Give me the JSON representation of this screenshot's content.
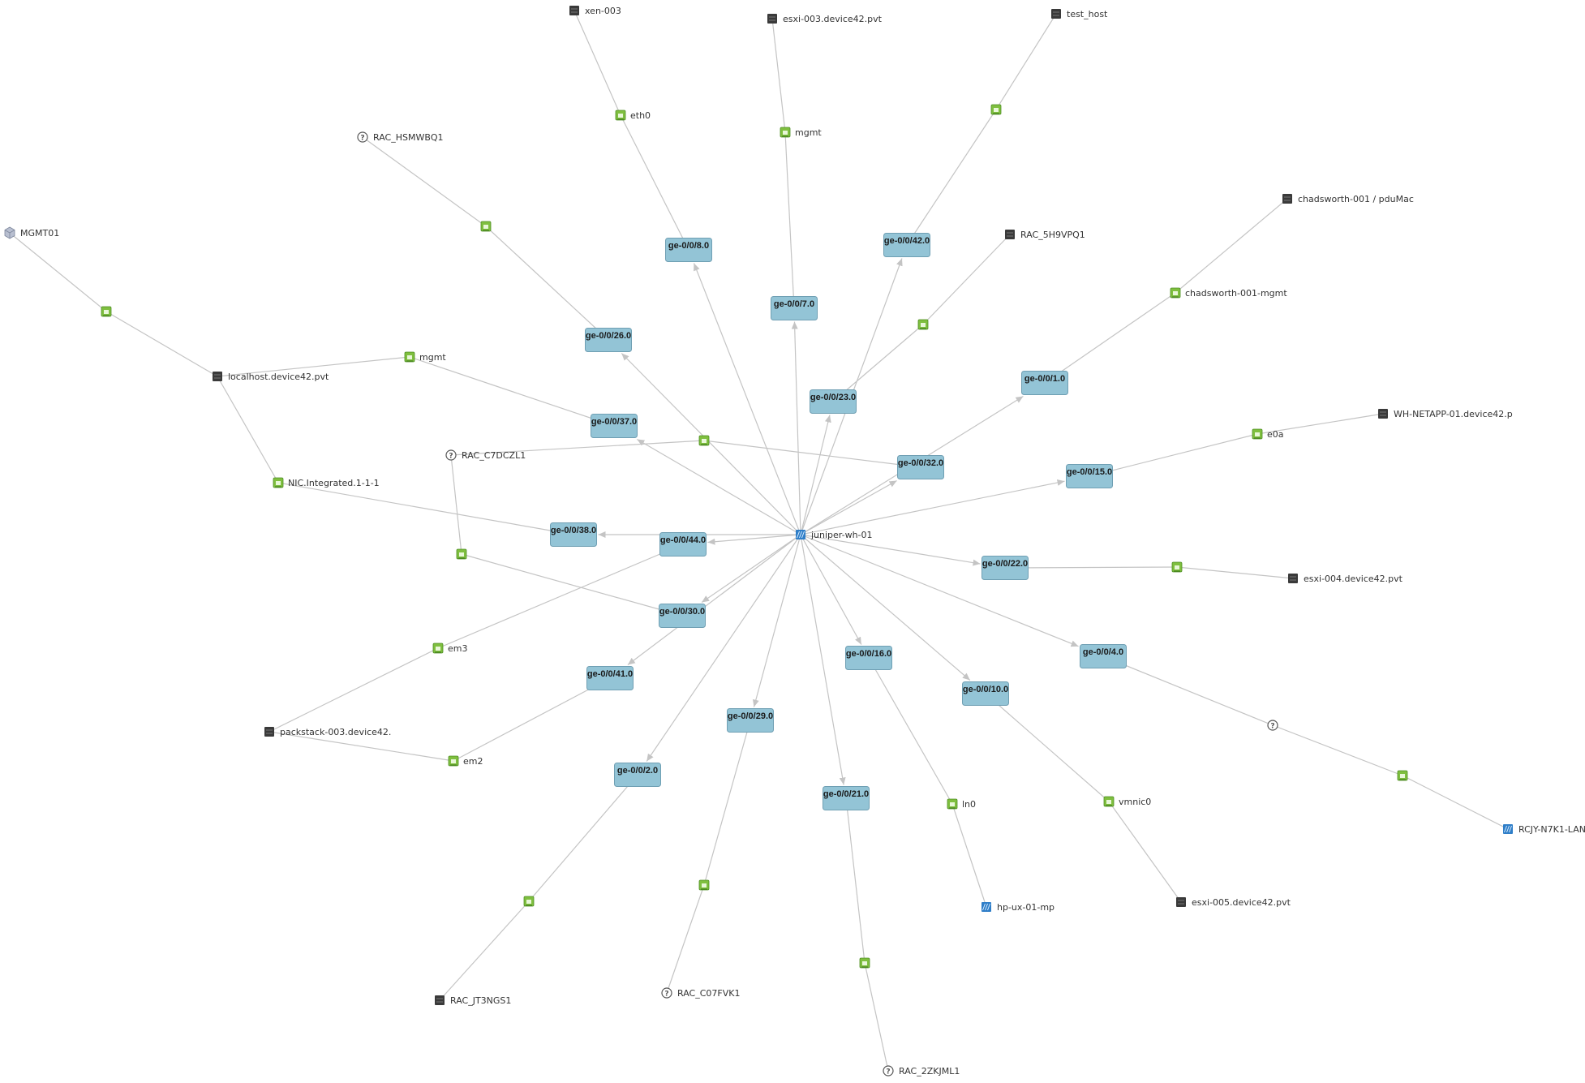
{
  "colors": {
    "edge": "#c4c4c4",
    "port_fill": "#93c4d6",
    "port_stroke": "#6f9fb3",
    "device_icon": "#3a3a3a",
    "switch_icon": "#2f7ec8",
    "nic_icon": "#7fbf3f",
    "unknown_icon": "#555555"
  },
  "center": {
    "id": "center",
    "label": "juniper-wh-01",
    "icon": "switch-icon"
  },
  "ports": [
    {
      "id": "p8",
      "label": "ge-0/0/8.0"
    },
    {
      "id": "p7",
      "label": "ge-0/0/7.0"
    },
    {
      "id": "p42",
      "label": "ge-0/0/42.0"
    },
    {
      "id": "p26",
      "label": "ge-0/0/26.0"
    },
    {
      "id": "p23",
      "label": "ge-0/0/23.0"
    },
    {
      "id": "p1",
      "label": "ge-0/0/1.0"
    },
    {
      "id": "p37",
      "label": "ge-0/0/37.0"
    },
    {
      "id": "p32",
      "label": "ge-0/0/32.0"
    },
    {
      "id": "p15",
      "label": "ge-0/0/15.0"
    },
    {
      "id": "p38",
      "label": "ge-0/0/38.0"
    },
    {
      "id": "p44",
      "label": "ge-0/0/44.0"
    },
    {
      "id": "p22",
      "label": "ge-0/0/22.0"
    },
    {
      "id": "p30",
      "label": "ge-0/0/30.0"
    },
    {
      "id": "p16",
      "label": "ge-0/0/16.0"
    },
    {
      "id": "p4",
      "label": "ge-0/0/4.0"
    },
    {
      "id": "p41",
      "label": "ge-0/0/41.0"
    },
    {
      "id": "p10",
      "label": "ge-0/0/10.0"
    },
    {
      "id": "p29",
      "label": "ge-0/0/29.0"
    },
    {
      "id": "p2",
      "label": "ge-0/0/2.0"
    },
    {
      "id": "p21",
      "label": "ge-0/0/21.0"
    }
  ],
  "nics": [
    {
      "id": "n_eth0",
      "label": "eth0"
    },
    {
      "id": "n_mgmt1",
      "label": "mgmt"
    },
    {
      "id": "n_th",
      "label": ""
    },
    {
      "id": "n_hsm",
      "label": ""
    },
    {
      "id": "n_mg01",
      "label": ""
    },
    {
      "id": "n_chmg",
      "label": "chadsworth-001-mgmt"
    },
    {
      "id": "n_rac5",
      "label": ""
    },
    {
      "id": "n_mgmt2",
      "label": "mgmt"
    },
    {
      "id": "n_e0a",
      "label": "e0a"
    },
    {
      "id": "n_c7",
      "label": ""
    },
    {
      "id": "n_nic",
      "label": "NIC.Integrated.1-1-1"
    },
    {
      "id": "n_c7b",
      "label": ""
    },
    {
      "id": "n_e4",
      "label": ""
    },
    {
      "id": "n_em3",
      "label": "em3"
    },
    {
      "id": "n_em2",
      "label": "em2"
    },
    {
      "id": "n_ln0",
      "label": "ln0"
    },
    {
      "id": "n_vm0",
      "label": "vmnic0"
    },
    {
      "id": "n_rcjy",
      "label": ""
    },
    {
      "id": "n_jt3",
      "label": ""
    },
    {
      "id": "n_c07",
      "label": ""
    },
    {
      "id": "n_2zk",
      "label": ""
    }
  ],
  "devices": [
    {
      "id": "d_xen",
      "label": "xen-003",
      "icon": "server-icon"
    },
    {
      "id": "d_esxi3",
      "label": "esxi-003.device42.pvt",
      "icon": "server-icon"
    },
    {
      "id": "d_test",
      "label": "test_host",
      "icon": "server-icon"
    },
    {
      "id": "d_hsm",
      "label": "RAC_HSMWBQ1",
      "icon": "unknown-device-icon"
    },
    {
      "id": "d_chad",
      "label": "chadsworth-001 / pduMac",
      "icon": "server-icon"
    },
    {
      "id": "d_mgmt01",
      "label": "MGMT01",
      "icon": "virtual-host-icon"
    },
    {
      "id": "d_rac5",
      "label": "RAC_5H9VPQ1",
      "icon": "server-icon"
    },
    {
      "id": "d_local",
      "label": "localhost.device42.pvt",
      "icon": "server-icon"
    },
    {
      "id": "d_wh",
      "label": "WH-NETAPP-01.device42.p",
      "icon": "server-icon"
    },
    {
      "id": "d_c7",
      "label": "RAC_C7DCZL1",
      "icon": "unknown-device-icon"
    },
    {
      "id": "d_esxi4",
      "label": "esxi-004.device42.pvt",
      "icon": "server-icon"
    },
    {
      "id": "d_q",
      "label": "",
      "icon": "unknown-device-icon"
    },
    {
      "id": "d_pack",
      "label": "packstack-003.device42.",
      "icon": "server-icon"
    },
    {
      "id": "d_rcjy",
      "label": "RCJY-N7K1-LAN",
      "icon": "switch-icon"
    },
    {
      "id": "d_hpux",
      "label": "hp-ux-01-mp",
      "icon": "switch-icon"
    },
    {
      "id": "d_esxi5",
      "label": "esxi-005.device42.pvt",
      "icon": "server-icon"
    },
    {
      "id": "d_jt3",
      "label": "RAC_JT3NGS1",
      "icon": "server-icon"
    },
    {
      "id": "d_c07",
      "label": "RAC_C07FVK1",
      "icon": "unknown-device-icon"
    },
    {
      "id": "d_2zk",
      "label": "RAC_2ZKJML1",
      "icon": "unknown-device-icon"
    }
  ],
  "edges": [
    [
      "center",
      "p8"
    ],
    [
      "center",
      "p7"
    ],
    [
      "center",
      "p42"
    ],
    [
      "center",
      "p26"
    ],
    [
      "center",
      "p23"
    ],
    [
      "center",
      "p1"
    ],
    [
      "center",
      "p37"
    ],
    [
      "center",
      "p32"
    ],
    [
      "center",
      "p15"
    ],
    [
      "center",
      "p38"
    ],
    [
      "center",
      "p44"
    ],
    [
      "center",
      "p22"
    ],
    [
      "center",
      "p30"
    ],
    [
      "center",
      "p16"
    ],
    [
      "center",
      "p4"
    ],
    [
      "center",
      "p41"
    ],
    [
      "center",
      "p10"
    ],
    [
      "center",
      "p29"
    ],
    [
      "center",
      "p2"
    ],
    [
      "center",
      "p21"
    ],
    [
      "p8",
      "n_eth0"
    ],
    [
      "n_eth0",
      "d_xen"
    ],
    [
      "p7",
      "n_mgmt1"
    ],
    [
      "n_mgmt1",
      "d_esxi3"
    ],
    [
      "p42",
      "n_th"
    ],
    [
      "n_th",
      "d_test"
    ],
    [
      "p26",
      "n_hsm"
    ],
    [
      "n_hsm",
      "d_hsm"
    ],
    [
      "p1",
      "n_chmg"
    ],
    [
      "n_chmg",
      "d_chad"
    ],
    [
      "p23",
      "n_rac5"
    ],
    [
      "n_rac5",
      "d_rac5"
    ],
    [
      "p37",
      "n_mgmt2"
    ],
    [
      "n_mgmt2",
      "d_local"
    ],
    [
      "d_local",
      "n_mg01"
    ],
    [
      "n_mg01",
      "d_mgmt01"
    ],
    [
      "d_local",
      "n_nic"
    ],
    [
      "n_nic",
      "p38"
    ],
    [
      "p15",
      "n_e0a"
    ],
    [
      "n_e0a",
      "d_wh"
    ],
    [
      "p32",
      "n_c7"
    ],
    [
      "n_c7",
      "d_c7"
    ],
    [
      "d_c7",
      "n_c7b"
    ],
    [
      "n_c7b",
      "p30"
    ],
    [
      "p22",
      "n_e4"
    ],
    [
      "n_e4",
      "d_esxi4"
    ],
    [
      "p44",
      "n_em3"
    ],
    [
      "n_em3",
      "d_pack"
    ],
    [
      "d_pack",
      "n_em2"
    ],
    [
      "n_em2",
      "p41"
    ],
    [
      "p4",
      "d_q"
    ],
    [
      "d_q",
      "n_rcjy"
    ],
    [
      "n_rcjy",
      "d_rcjy"
    ],
    [
      "p16",
      "n_ln0"
    ],
    [
      "n_ln0",
      "d_hpux"
    ],
    [
      "p10",
      "n_vm0"
    ],
    [
      "n_vm0",
      "d_esxi5"
    ],
    [
      "p2",
      "n_jt3"
    ],
    [
      "n_jt3",
      "d_jt3"
    ],
    [
      "p29",
      "n_c07"
    ],
    [
      "n_c07",
      "d_c07"
    ],
    [
      "p21",
      "n_2zk"
    ],
    [
      "n_2zk",
      "d_2zk"
    ]
  ]
}
